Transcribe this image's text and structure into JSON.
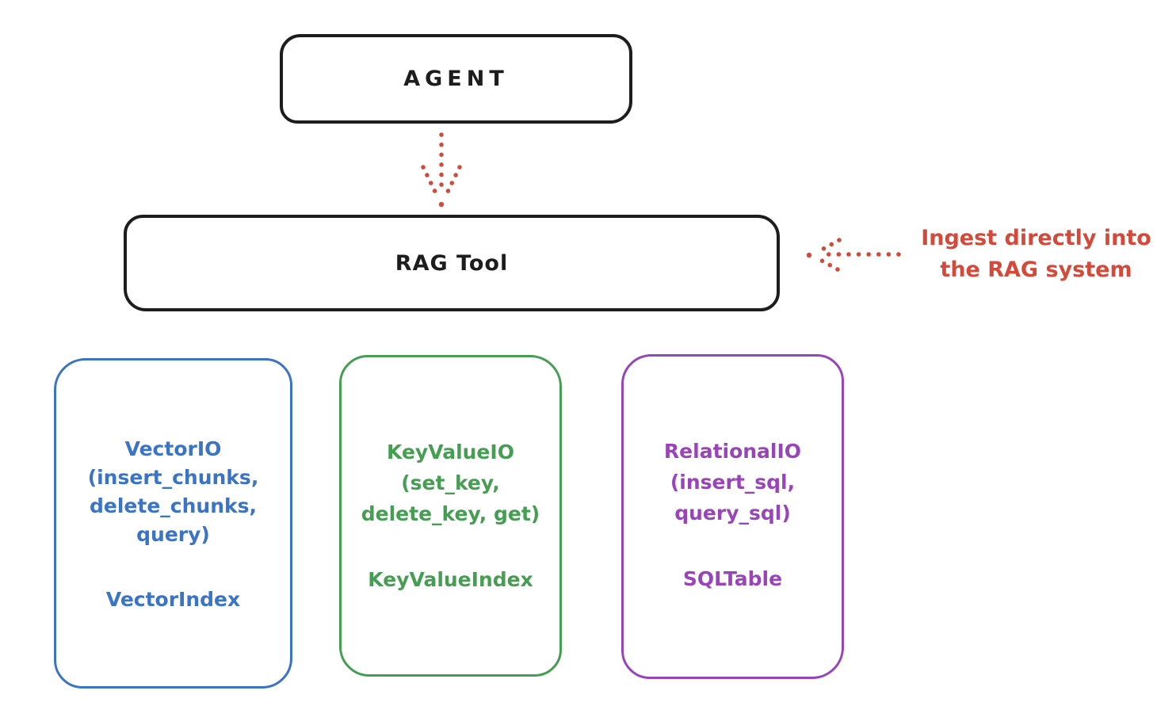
{
  "colors": {
    "ink": "#1d1d1d",
    "red": "#d34a3b",
    "blue": "#3b74c4",
    "green": "#459e52",
    "purple": "#9a44ba"
  },
  "nodes": {
    "agent": {
      "label": "AGENT"
    },
    "rag_tool": {
      "label": "RAG Tool"
    },
    "vector_io": {
      "lines": [
        "VectorIO",
        "(insert_chunks,",
        "delete_chunks,",
        "query)"
      ],
      "index_label": "VectorIndex"
    },
    "key_value_io": {
      "lines": [
        "KeyValueIO",
        "(set_key,",
        "delete_key, get)"
      ],
      "index_label": "KeyValueIndex"
    },
    "relational_io": {
      "lines": [
        "RelationalIO",
        "(insert_sql,",
        "query_sql)"
      ],
      "index_label": "SQLTable"
    }
  },
  "annotation": {
    "line1": "Ingest directly into",
    "line2": "the RAG system"
  }
}
